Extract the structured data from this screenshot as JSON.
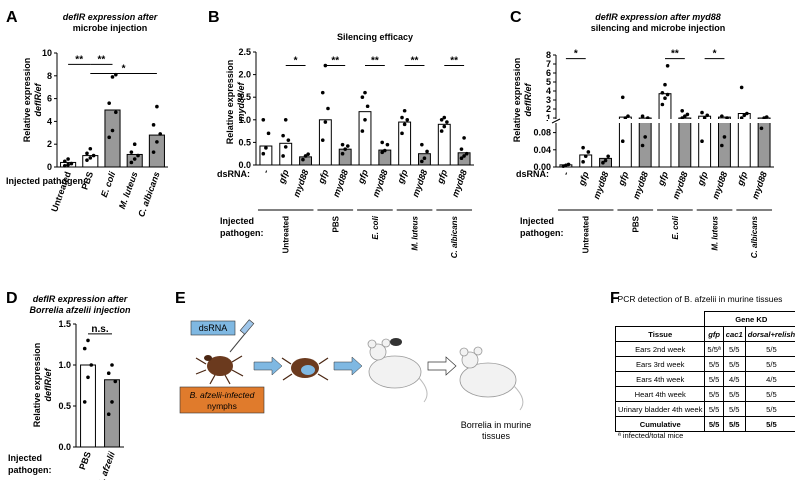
{
  "panel_labels": [
    "A",
    "B",
    "C",
    "D",
    "E",
    "F"
  ],
  "text": {
    "injected_pathogen": "Injected pathogen:",
    "injected": "Injected",
    "pathogen": "pathogen:",
    "dsrna": "dsRNA:"
  },
  "chart_data": [
    {
      "id": "A",
      "type": "bar",
      "title_line1": "defIR expression after",
      "title_line2": "microbe injection",
      "ylabel_line1": "Relative expression",
      "ylabel_line2": "defIR/ef",
      "ylim": [
        0,
        10
      ],
      "yticks": [
        "0",
        "2",
        "4",
        "6",
        "8",
        "10"
      ],
      "categories": [
        "Untreated",
        "PBS",
        "E. coli",
        "M. luteus",
        "C. albicans"
      ],
      "values": [
        0.4,
        1.0,
        5.0,
        1.1,
        2.8
      ],
      "colors": [
        "#ffffff",
        "#ffffff",
        "#999999",
        "#999999",
        "#999999"
      ],
      "points": [
        [
          0.1,
          0.2,
          0.3,
          0.5,
          0.7
        ],
        [
          0.6,
          0.8,
          1.0,
          1.2,
          1.6
        ],
        [
          2.6,
          3.2,
          4.8,
          5.6,
          7.9,
          8.1
        ],
        [
          0.4,
          0.7,
          1.0,
          1.3,
          2.0
        ],
        [
          1.3,
          2.2,
          2.9,
          3.7,
          5.3
        ]
      ],
      "significance": [
        {
          "label": "**",
          "from": 0,
          "to": 1,
          "y": 9.0
        },
        {
          "label": "**",
          "from": 1,
          "to": 2,
          "y": 9.0
        },
        {
          "label": "*",
          "from": 1,
          "to": 4,
          "y": 8.2
        }
      ]
    },
    {
      "id": "B",
      "type": "bar",
      "title": "Silencing efficacy",
      "ylabel_line1": "Relative expression",
      "ylabel_line2": "myd88/ef",
      "ylim": [
        0,
        2.5
      ],
      "yticks": [
        "0.0",
        "0.5",
        "1.0",
        "1.5",
        "2.0",
        "2.5"
      ],
      "categories": [
        "-",
        "gfp",
        "myd88",
        "gfp",
        "myd88",
        "gfp",
        "myd88",
        "gfp",
        "myd88",
        "gfp",
        "myd88"
      ],
      "values": [
        0.42,
        0.48,
        0.18,
        1.0,
        0.35,
        1.18,
        0.33,
        0.95,
        0.25,
        0.9,
        0.27
      ],
      "colors": [
        "#ffffff",
        "#ffffff",
        "#999999",
        "#ffffff",
        "#999999",
        "#ffffff",
        "#999999",
        "#ffffff",
        "#999999",
        "#ffffff",
        "#999999"
      ],
      "points": [
        [
          0.25,
          0.38,
          0.7,
          1.0
        ],
        [
          0.2,
          0.4,
          0.55,
          0.65,
          1.0
        ],
        [
          0.12,
          0.2,
          0.24
        ],
        [
          0.55,
          0.95,
          1.25,
          1.6,
          2.2
        ],
        [
          0.25,
          0.35,
          0.42,
          0.45
        ],
        [
          0.75,
          1.0,
          1.3,
          1.5,
          1.6
        ],
        [
          0.28,
          0.32,
          0.45,
          0.5
        ],
        [
          0.7,
          0.9,
          1.0,
          1.05,
          1.2
        ],
        [
          0.08,
          0.15,
          0.3,
          0.45
        ],
        [
          0.75,
          0.85,
          0.95,
          1.0,
          1.05
        ],
        [
          0.15,
          0.2,
          0.25,
          0.35,
          0.6
        ]
      ],
      "significance": [
        {
          "label": "*",
          "from": 1,
          "to": 2,
          "y": 2.2
        },
        {
          "label": "**",
          "from": 3,
          "to": 4,
          "y": 2.2
        },
        {
          "label": "**",
          "from": 5,
          "to": 6,
          "y": 2.2
        },
        {
          "label": "**",
          "from": 7,
          "to": 8,
          "y": 2.2
        },
        {
          "label": "**",
          "from": 9,
          "to": 10,
          "y": 2.2
        }
      ],
      "groups": [
        {
          "label": "Untreated",
          "from": 0,
          "to": 2
        },
        {
          "label": "PBS",
          "from": 3,
          "to": 4
        },
        {
          "label": "E. coli",
          "from": 5,
          "to": 6
        },
        {
          "label": "M. luteus",
          "from": 7,
          "to": 8
        },
        {
          "label": "C. albicans",
          "from": 9,
          "to": 10
        }
      ]
    },
    {
      "id": "C",
      "type": "bar",
      "title_line1": "defIR expression after myd88",
      "title_line2": "silencing and microbe injection",
      "ylabel_line1": "Relative expression",
      "ylabel_line2": "defIR/ef",
      "axis_break": {
        "lower": [
          0,
          0.1
        ],
        "upper": [
          1,
          8
        ]
      },
      "yticks_lower": [
        "0.00",
        "0.04",
        "0.08"
      ],
      "yticks_upper": [
        "1",
        "2",
        "3",
        "4",
        "5",
        "6",
        "7",
        "8"
      ],
      "categories": [
        "-",
        "gfp",
        "myd88",
        "gfp",
        "myd88",
        "gfp",
        "myd88",
        "gfp",
        "myd88",
        "gfp",
        "myd88"
      ],
      "values": [
        0.005,
        0.028,
        0.02,
        1.1,
        1.0,
        3.7,
        1.0,
        1.2,
        1.1,
        1.5,
        1.0
      ],
      "colors": [
        "#ffffff",
        "#ffffff",
        "#999999",
        "#ffffff",
        "#999999",
        "#ffffff",
        "#999999",
        "#ffffff",
        "#999999",
        "#ffffff",
        "#999999"
      ],
      "points": [
        [
          0.002,
          0.004,
          0.006
        ],
        [
          0.012,
          0.025,
          0.035,
          0.045
        ],
        [
          0.01,
          0.015,
          0.025
        ],
        [
          0.06,
          1.0,
          1.2,
          3.3
        ],
        [
          0.05,
          0.07,
          1.0,
          1.2
        ],
        [
          2.5,
          3.2,
          3.6,
          3.8,
          4.7,
          6.8
        ],
        [
          1.0,
          1.2,
          1.4,
          1.8
        ],
        [
          0.06,
          1.0,
          1.3,
          1.6
        ],
        [
          0.05,
          0.07,
          1.0,
          1.2
        ],
        [
          1.0,
          1.3,
          1.5,
          4.4
        ],
        [
          0.09,
          1.0,
          1.1
        ]
      ],
      "significance": [
        {
          "label": "*",
          "from": 0,
          "to": 1,
          "y": 7.6
        },
        {
          "label": "**",
          "from": 5,
          "to": 6,
          "y": 7.6
        },
        {
          "label": "*",
          "from": 7,
          "to": 8,
          "y": 7.6
        }
      ],
      "groups": [
        {
          "label": "Untreated",
          "from": 0,
          "to": 2
        },
        {
          "label": "PBS",
          "from": 3,
          "to": 4
        },
        {
          "label": "E. coli",
          "from": 5,
          "to": 6
        },
        {
          "label": "M. luteus",
          "from": 7,
          "to": 8
        },
        {
          "label": "C. albicans",
          "from": 9,
          "to": 10
        }
      ]
    },
    {
      "id": "D",
      "type": "bar",
      "title_line1": "defIR expression after",
      "title_line2": "Borrelia afzelii injection",
      "ylabel_line1": "Relative expression",
      "ylabel_line2": "defIR/ef",
      "ylim": [
        0,
        1.5
      ],
      "yticks": [
        "0.0",
        "0.5",
        "1.0",
        "1.5"
      ],
      "categories": [
        "PBS",
        "B. afzelii"
      ],
      "values": [
        1.0,
        0.82
      ],
      "colors": [
        "#ffffff",
        "#999999"
      ],
      "points": [
        [
          0.55,
          0.85,
          1.0,
          1.2,
          1.3
        ],
        [
          0.4,
          0.55,
          0.8,
          0.9,
          1.0
        ]
      ],
      "significance": [
        {
          "label": "n.s.",
          "from": 0,
          "to": 1,
          "y": 1.38
        }
      ]
    }
  ],
  "panelE": {
    "dsrna": "dsRNA",
    "nymphs_line1": "B. afzelii-infected",
    "nymphs_line2": "nymphs",
    "borrelia_line1": "Borrelia in murine",
    "borrelia_line2": "tissues"
  },
  "panelF": {
    "title": "PCR detection of B. afzelii in murine tissues",
    "gene_kd": "Gene KD",
    "headers": [
      "Tissue",
      "gfp",
      "cac1",
      "dorsal+relish"
    ],
    "rows": [
      [
        "Ears 2nd week",
        "5/5ª",
        "5/5",
        "5/5"
      ],
      [
        "Ears 3rd week",
        "5/5",
        "5/5",
        "5/5"
      ],
      [
        "Ears 4th week",
        "5/5",
        "4/5",
        "4/5"
      ],
      [
        "Heart 4th week",
        "5/5",
        "5/5",
        "5/5"
      ],
      [
        "Urinary bladder 4th week",
        "5/5",
        "5/5",
        "5/5"
      ]
    ],
    "cumulative": [
      "Cumulative",
      "5/5",
      "5/5",
      "5/5"
    ],
    "footnote": "ª infected/total mice"
  }
}
